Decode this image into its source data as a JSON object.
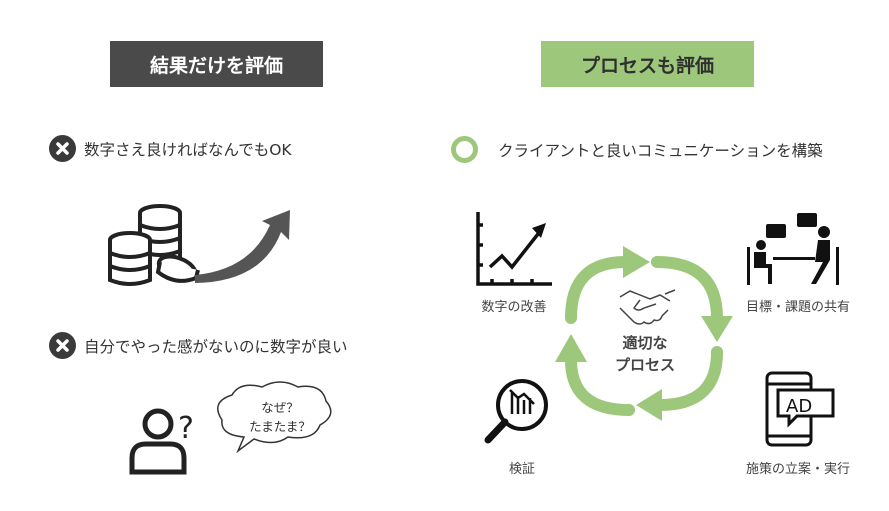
{
  "left": {
    "header": "結果だけを評価",
    "items": [
      "数字さえ良ければなんでもOK",
      "自分でやった感がないのに数字が良い"
    ],
    "bubble": [
      "なぜ？",
      "たまたま？"
    ]
  },
  "right": {
    "header": "プロセスも評価",
    "item": "クライアントと良いコミュニケーションを構築",
    "center": [
      "適切な",
      "プロセス"
    ],
    "steps": [
      "数字の改善",
      "目標・課題の共有",
      "施策の立案・実行",
      "検証"
    ],
    "ad_text": "AD"
  },
  "colors": {
    "accent": "#9dc77a",
    "dark": "#4a4a4a"
  }
}
